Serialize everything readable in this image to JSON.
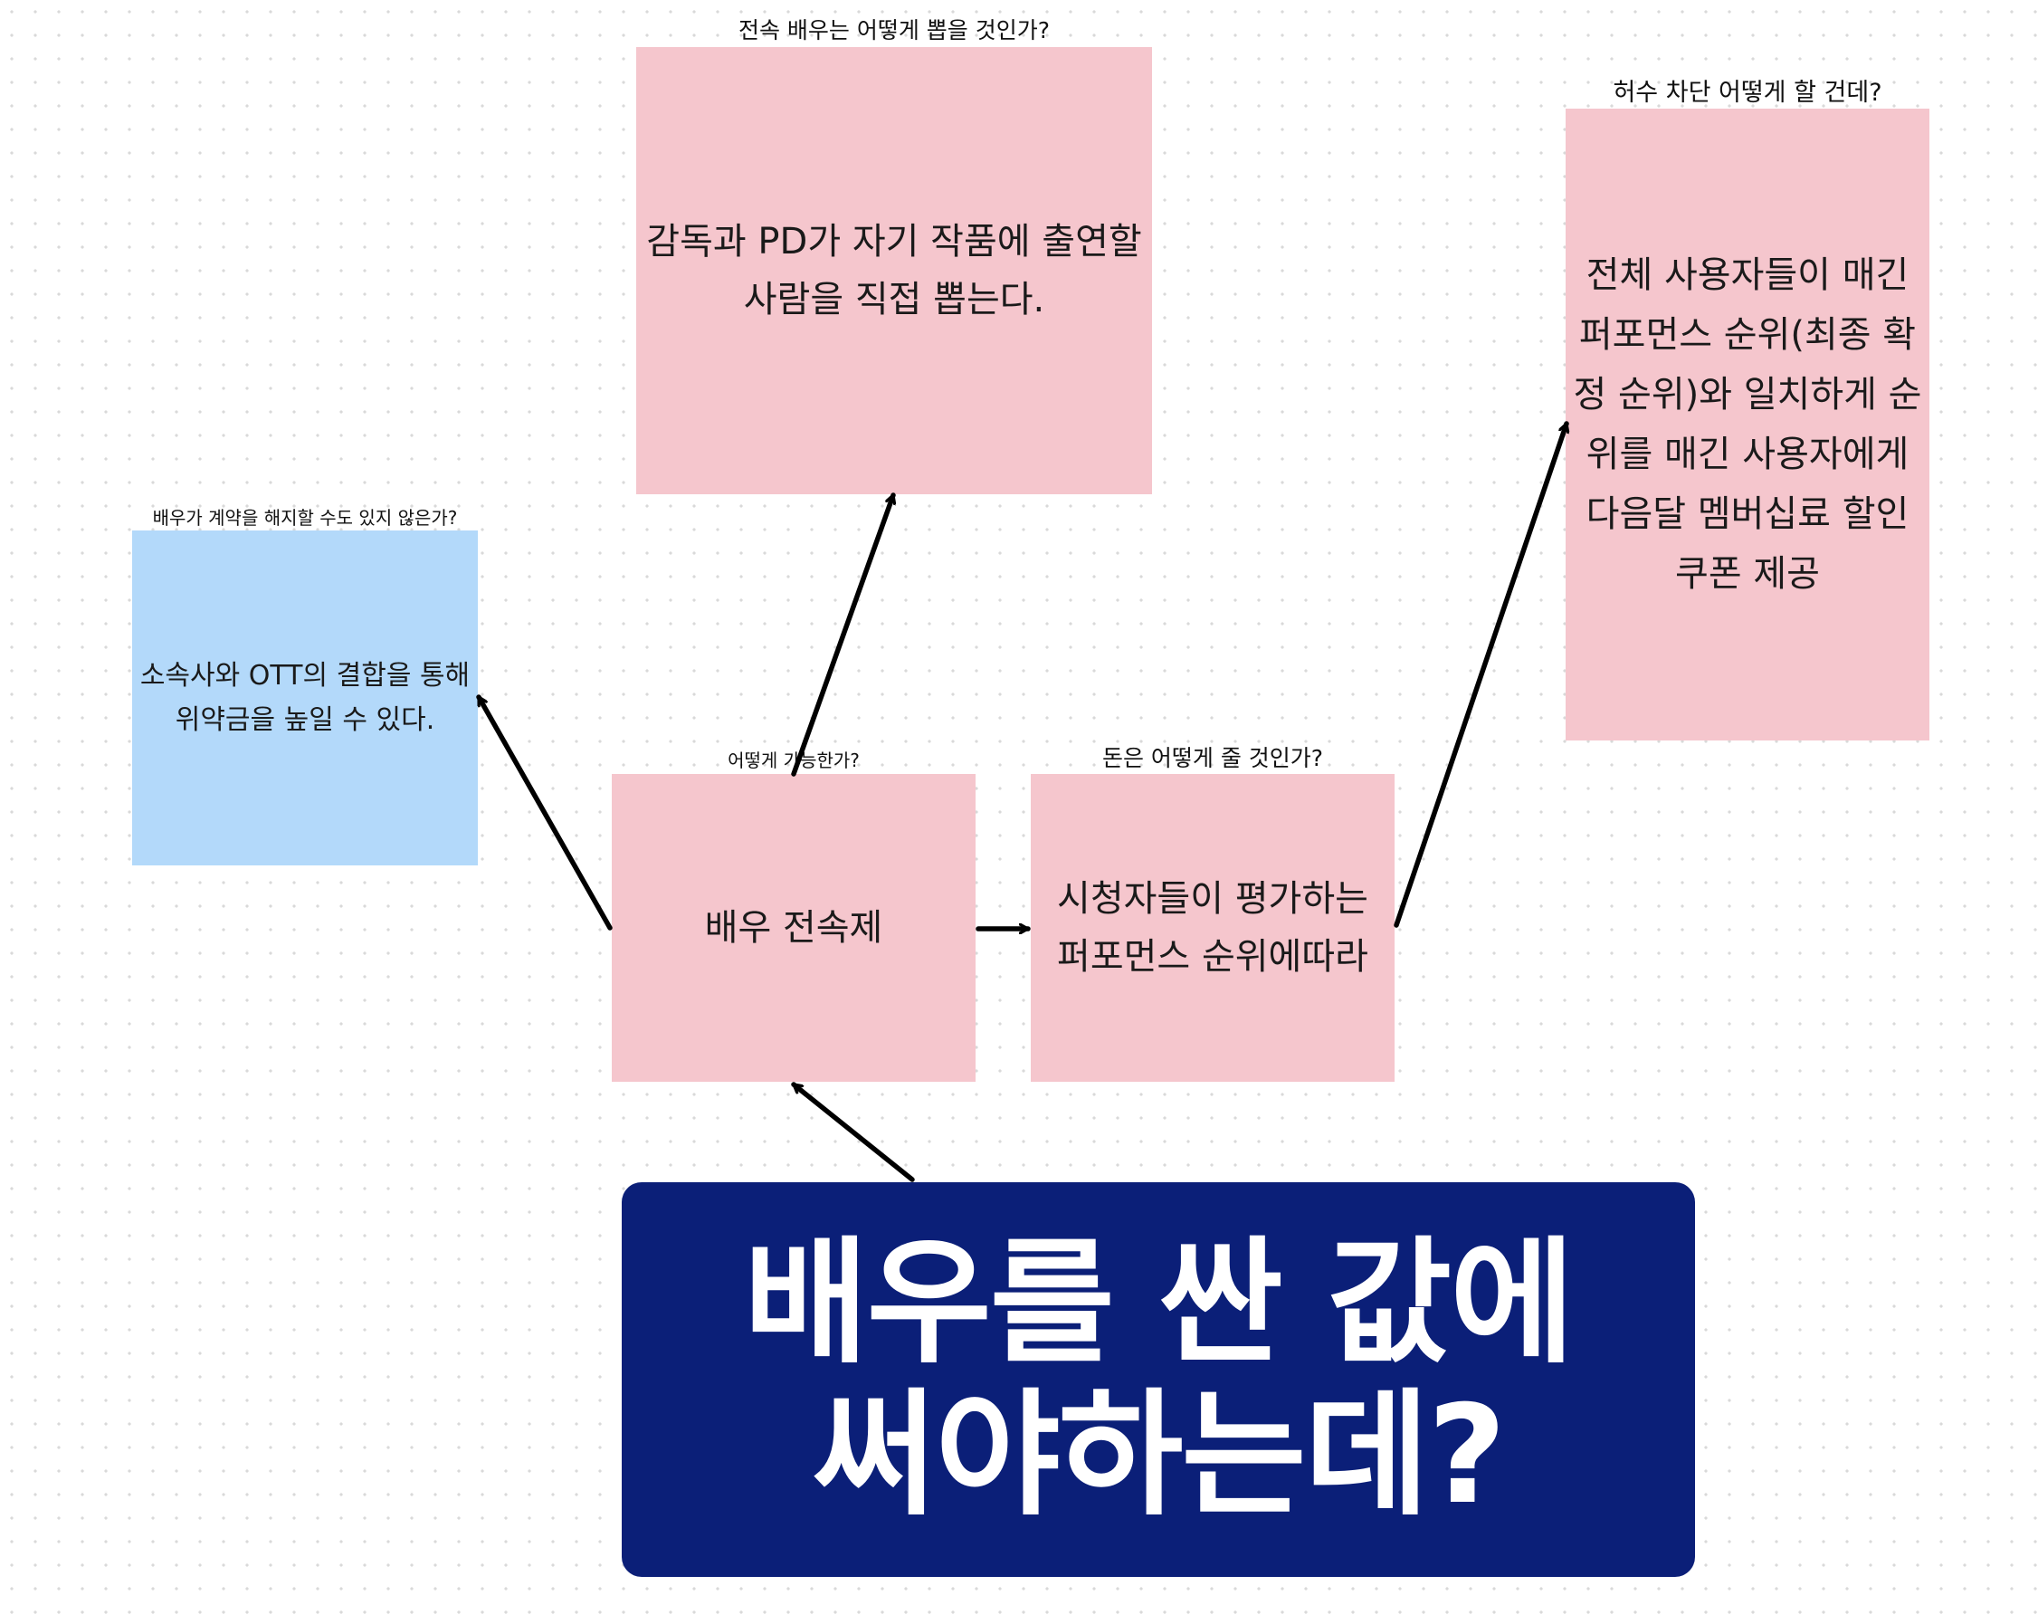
{
  "nodes": {
    "center": {
      "caption": "어떻게 가능한가?",
      "text": "배우 전속제"
    },
    "top": {
      "caption": "전속 배우는 어떻게 뽑을 것인가?",
      "line1": "감독과 PD가 자기 작품에 출연할",
      "line2": "사람을 직접 뽑는다."
    },
    "left": {
      "caption": "배우가 계약을 해지할 수도 있지 않은가?",
      "line1": "소속사와 OTT의 결합을 통해",
      "line2": "위약금을 높일 수 있다."
    },
    "right": {
      "caption": "돈은 어떻게 줄 것인가?",
      "line1": "시청자들이 평가하는",
      "line2": "퍼포먼스 순위에따라"
    },
    "far_right": {
      "caption": "허수 차단 어떻게 할 건데?",
      "line1": "전체 사용자들이 매긴",
      "line2": "퍼포먼스 순위(최종 확",
      "line3": "정 순위)와 일치하게 순",
      "line4": "위를 매긴 사용자에게",
      "line5": "다음달 멤버십료 할인",
      "line6": "쿠폰 제공"
    }
  },
  "title": "배우를 싼 값에\n써야하는데?",
  "colors": {
    "pink_box": "#f5c6cd",
    "blue_box": "#b3d9fa",
    "title_bg": "#0b1f78",
    "title_text": "#ffffff",
    "arrow": "#000000"
  }
}
